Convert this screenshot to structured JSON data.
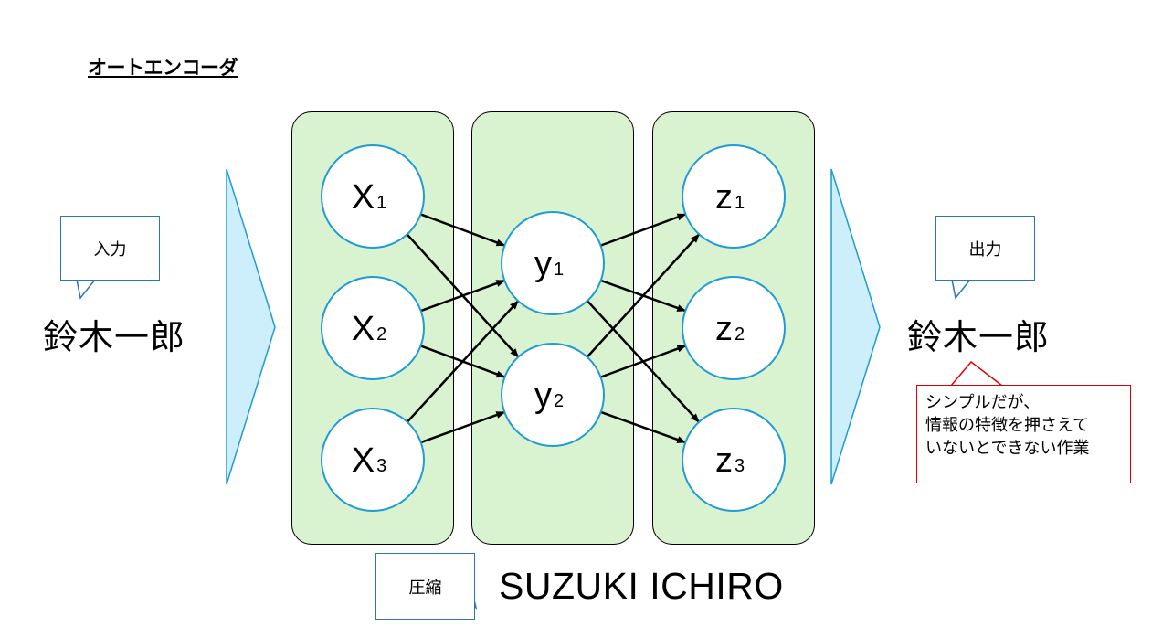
{
  "title": "オートエンコーダ",
  "input": {
    "callout": "入力",
    "name": "鈴木一郎"
  },
  "output": {
    "callout": "出力",
    "name": "鈴木一郎"
  },
  "compress": {
    "callout": "圧縮",
    "romaji": "SUZUKI ICHIRO"
  },
  "note": {
    "line1": "シンプルだが、",
    "line2": "情報の特徴を押さえて",
    "line3": "いないとできない作業"
  },
  "layers": {
    "input": [
      {
        "id": "x1",
        "base": "X",
        "sub": "1"
      },
      {
        "id": "x2",
        "base": "X",
        "sub": "2"
      },
      {
        "id": "x3",
        "base": "X",
        "sub": "3"
      }
    ],
    "hidden": [
      {
        "id": "y1",
        "base": "y",
        "sub": "1"
      },
      {
        "id": "y2",
        "base": "y",
        "sub": "2"
      }
    ],
    "output": [
      {
        "id": "z1",
        "base": "z",
        "sub": "1"
      },
      {
        "id": "z2",
        "base": "z",
        "sub": "2"
      },
      {
        "id": "z3",
        "base": "z",
        "sub": "3"
      }
    ]
  },
  "colors": {
    "layer_fill": "#d9f2d0",
    "node_stroke": "#1f9bd6",
    "arrow_fill": "#cdeefb",
    "arrow_stroke": "#1f9bd6",
    "callout_blue": "#2e75b6",
    "callout_red": "#e00000"
  }
}
